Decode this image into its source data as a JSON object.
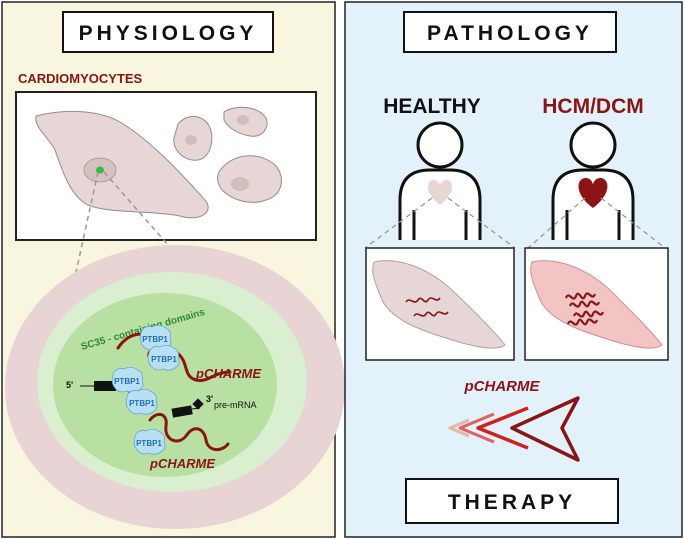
{
  "left_panel": {
    "header": "PHYSIOLOGY",
    "cells_label": "CARDIOMYOCYTES",
    "domain_label": "SC35 - containing domains",
    "ptbp_label": "PTBP1",
    "five_prime": "5'",
    "three_prime": "3'",
    "pre_mrna": "pre-mRNA",
    "rna_label_top": "pCHARME",
    "rna_label_bottom": "pCHARME"
  },
  "right_panel": {
    "header": "PATHOLOGY",
    "healthy_label": "HEALTHY",
    "disease_label": "HCM/DCM",
    "arrows_label": "pCHARME",
    "therapy_header": "THERAPY"
  },
  "colors": {
    "left_bg": "#f8f6df",
    "right_bg": "#e3f1fa",
    "dark_red": "#8b1414",
    "cell_fill": "#e6d6d6",
    "nucleus_outer": "#e8d3d5",
    "nucleus_inner": "#d9efcf",
    "sc35_domain": "#b8e0a2",
    "ptbp_fill": "#b9dff4",
    "ptbp_text": "#1f6fb5",
    "green_text": "#2e8b2e"
  }
}
